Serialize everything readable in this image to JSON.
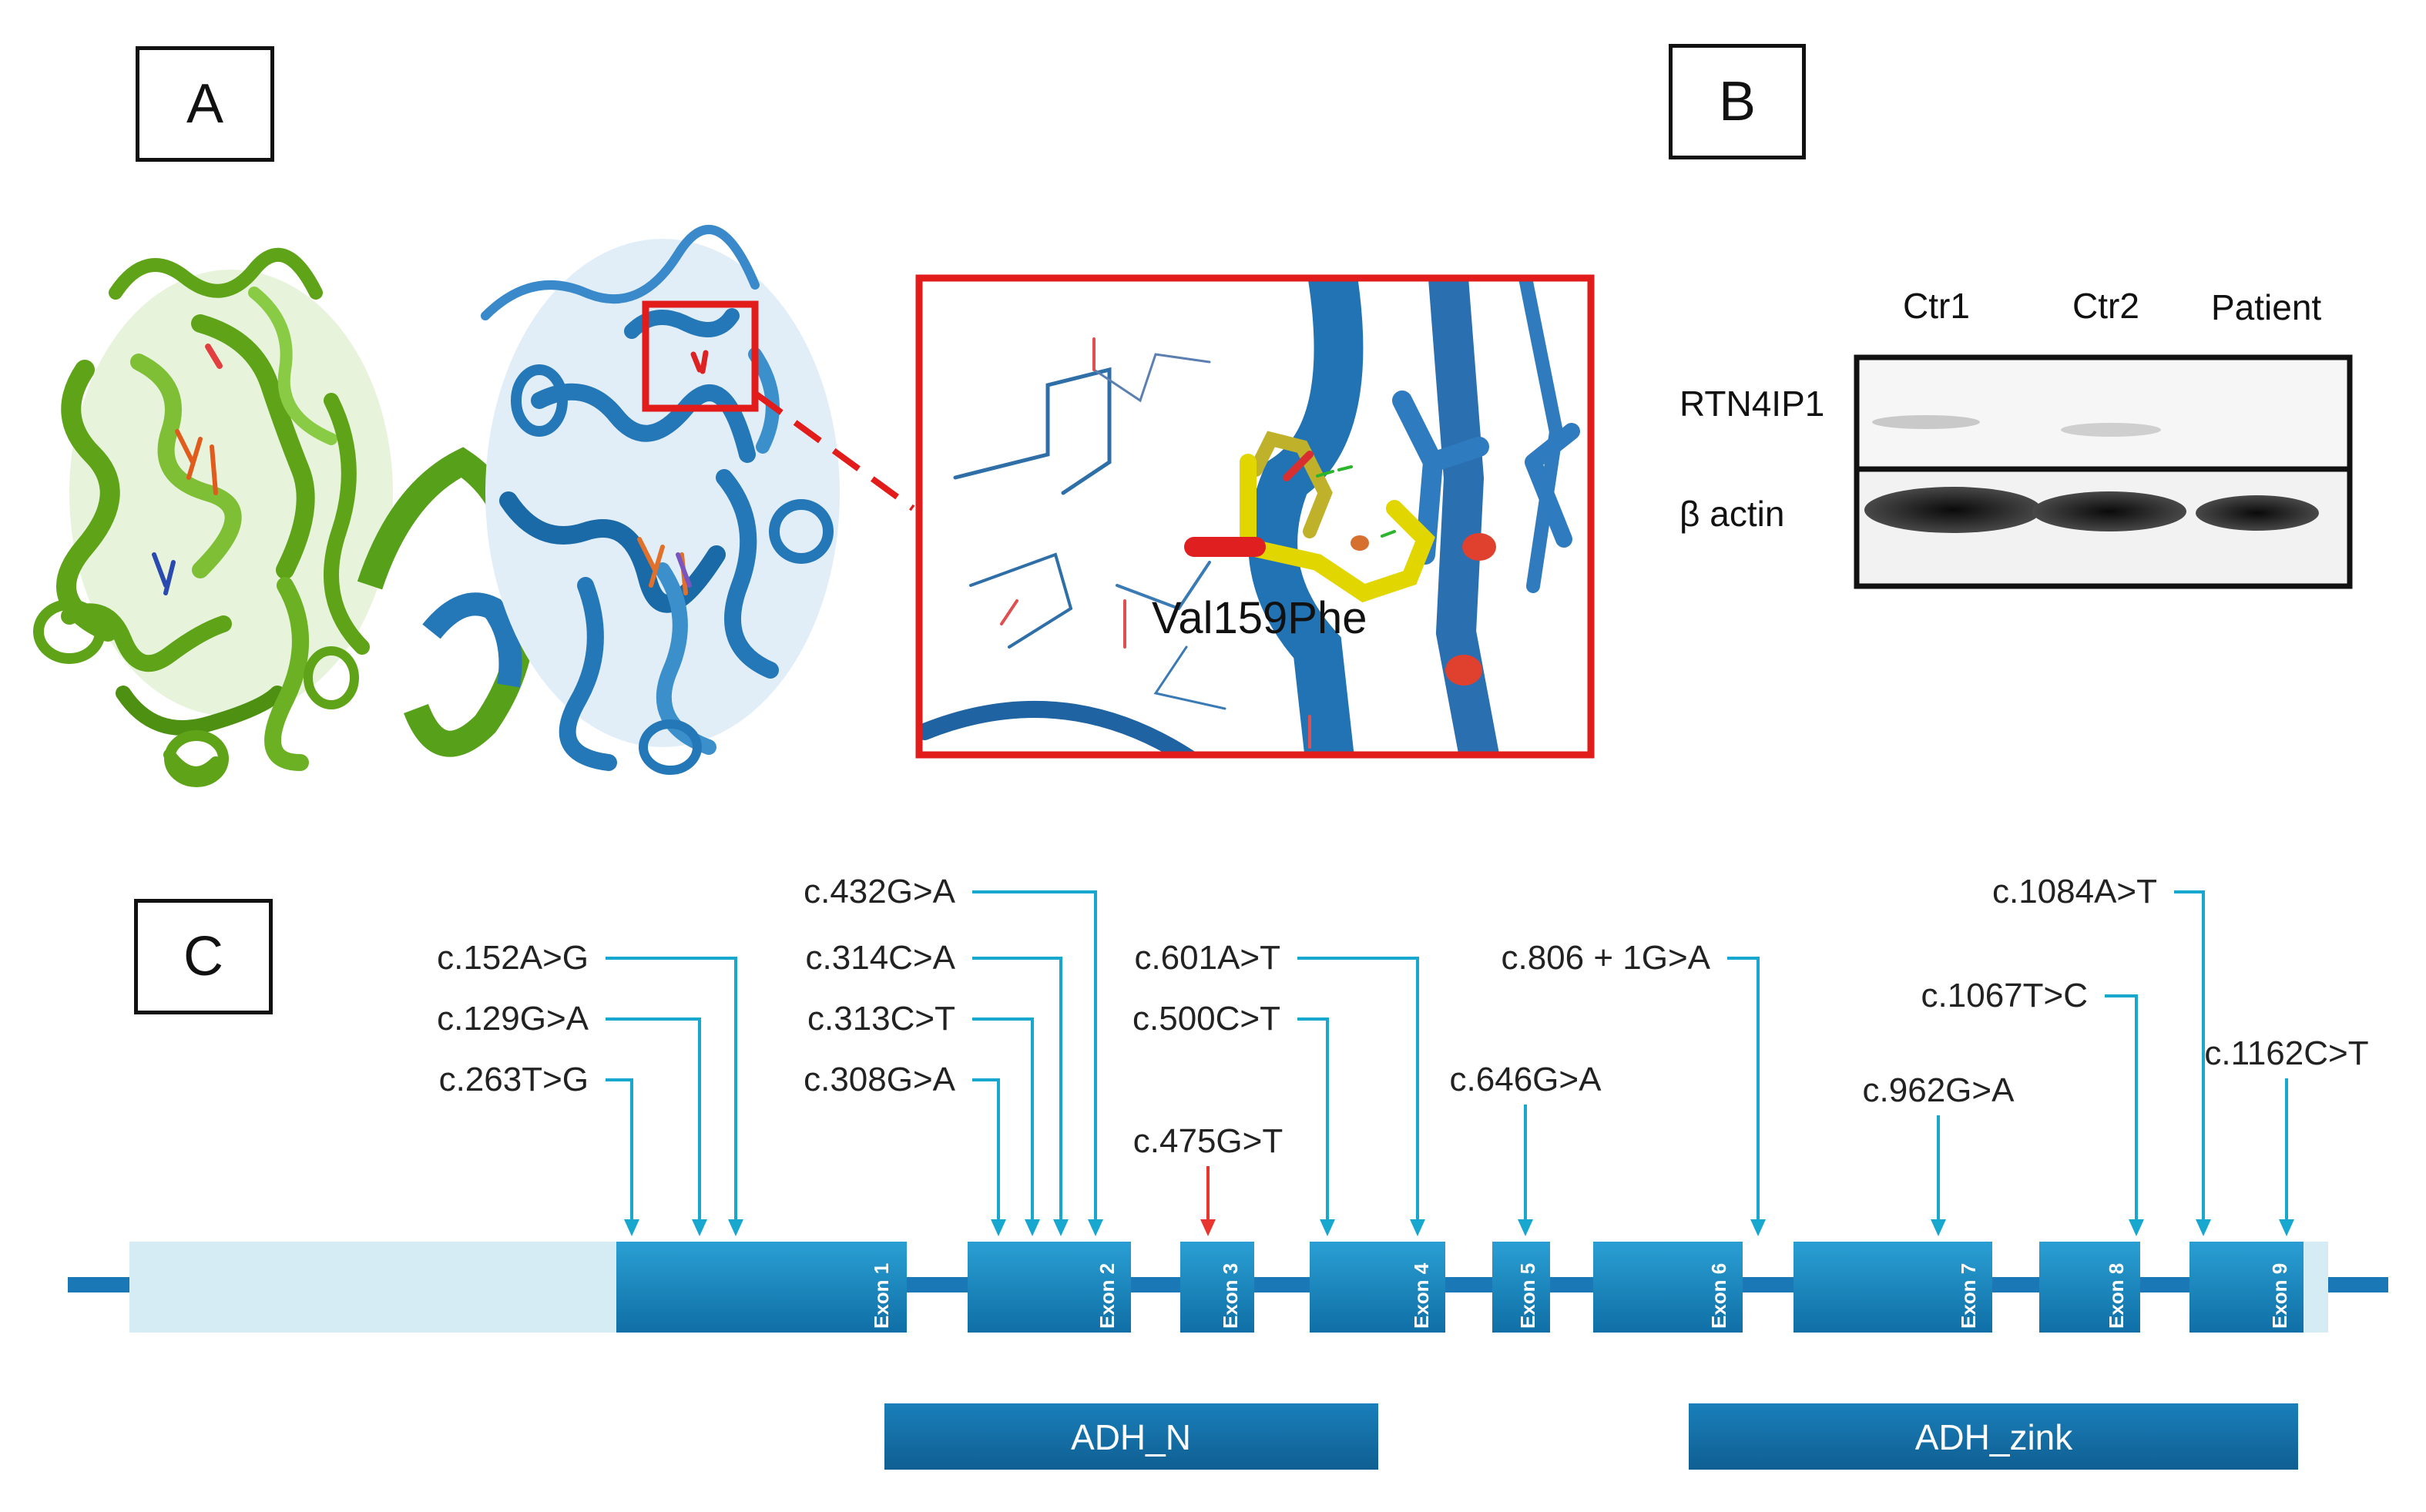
{
  "panels": {
    "a": "A",
    "b": "B",
    "c": "C"
  },
  "zoom_label": "Val159Phe",
  "western_blot": {
    "lanes": [
      "Ctr1",
      "Ctr2",
      "Patient"
    ],
    "rows": [
      "RTN4IP1",
      "β actin"
    ]
  },
  "mutations": [
    {
      "label": "c.152A>G",
      "highlight": false
    },
    {
      "label": "c.129G>A",
      "highlight": false
    },
    {
      "label": "c.263T>G",
      "highlight": false
    },
    {
      "label": "c.432G>A",
      "highlight": false
    },
    {
      "label": "c.314C>A",
      "highlight": false
    },
    {
      "label": "c.313C>T",
      "highlight": false
    },
    {
      "label": "c.308G>A",
      "highlight": false
    },
    {
      "label": "c.601A>T",
      "highlight": false
    },
    {
      "label": "c.500C>T",
      "highlight": false
    },
    {
      "label": "c.475G>T",
      "highlight": true
    },
    {
      "label": "c.806 + 1G>A",
      "highlight": false
    },
    {
      "label": "c.646G>A",
      "highlight": false
    },
    {
      "label": "c.1084A>T",
      "highlight": false
    },
    {
      "label": "c.1067T>C",
      "highlight": false
    },
    {
      "label": "c.962G>A",
      "highlight": false
    },
    {
      "label": "c.1162C>T",
      "highlight": false
    }
  ],
  "exons": [
    "Exon 1",
    "Exon 2",
    "Exon 3",
    "Exon 4",
    "Exon 5",
    "Exon 6",
    "Exon 7",
    "Exon 8",
    "Exon 9"
  ],
  "domains": [
    "ADH_N",
    "ADH_zink"
  ],
  "colors": {
    "exon": "#1887c0",
    "utr": "#d6ecf4",
    "arrow": "#18a7cf",
    "highlight": "#e8362f",
    "domain": "#126fa8",
    "green_protein": "#5fa318",
    "blue_protein": "#2478b8",
    "zoom_box": "#e21b1b"
  }
}
